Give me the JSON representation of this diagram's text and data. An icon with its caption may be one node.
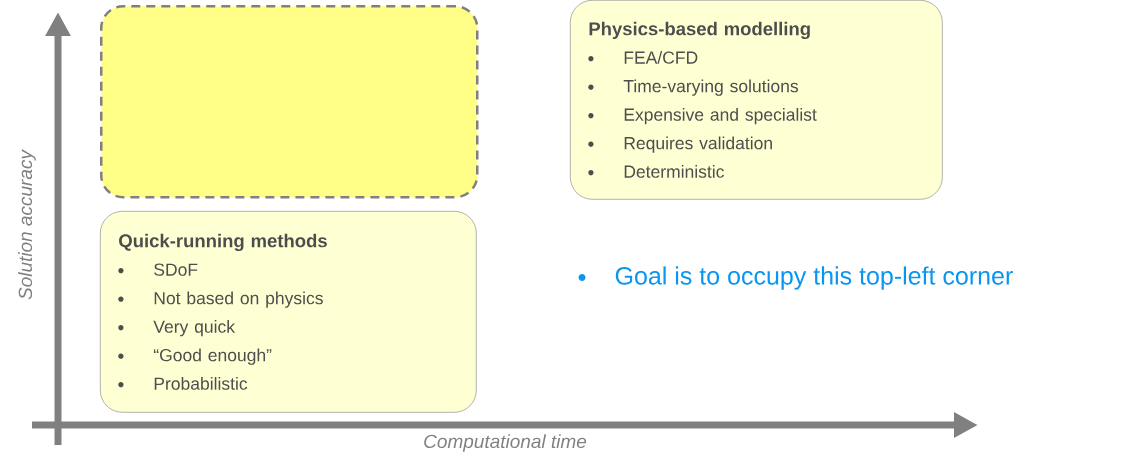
{
  "diagram": {
    "nodes": [
      {
        "text": [],
        "shape": "box"
      },
      {
        "text": [
          "Physics-based modelling",
          "FEA/CFD",
          "Time-varying solutions",
          "Expensive and specialist",
          "Requires validation",
          "Deterministic"
        ]
      },
      {
        "text": [
          "Quick-running methods",
          "SDoF",
          "Not based on physics",
          "Very quick",
          "“Good enough”",
          "Probabilistic"
        ]
      }
    ],
    "edges": [],
    "labels": [
      "Solution accuracy",
      "Goal is to occupy this top-left corner",
      "Computational time"
    ]
  }
}
